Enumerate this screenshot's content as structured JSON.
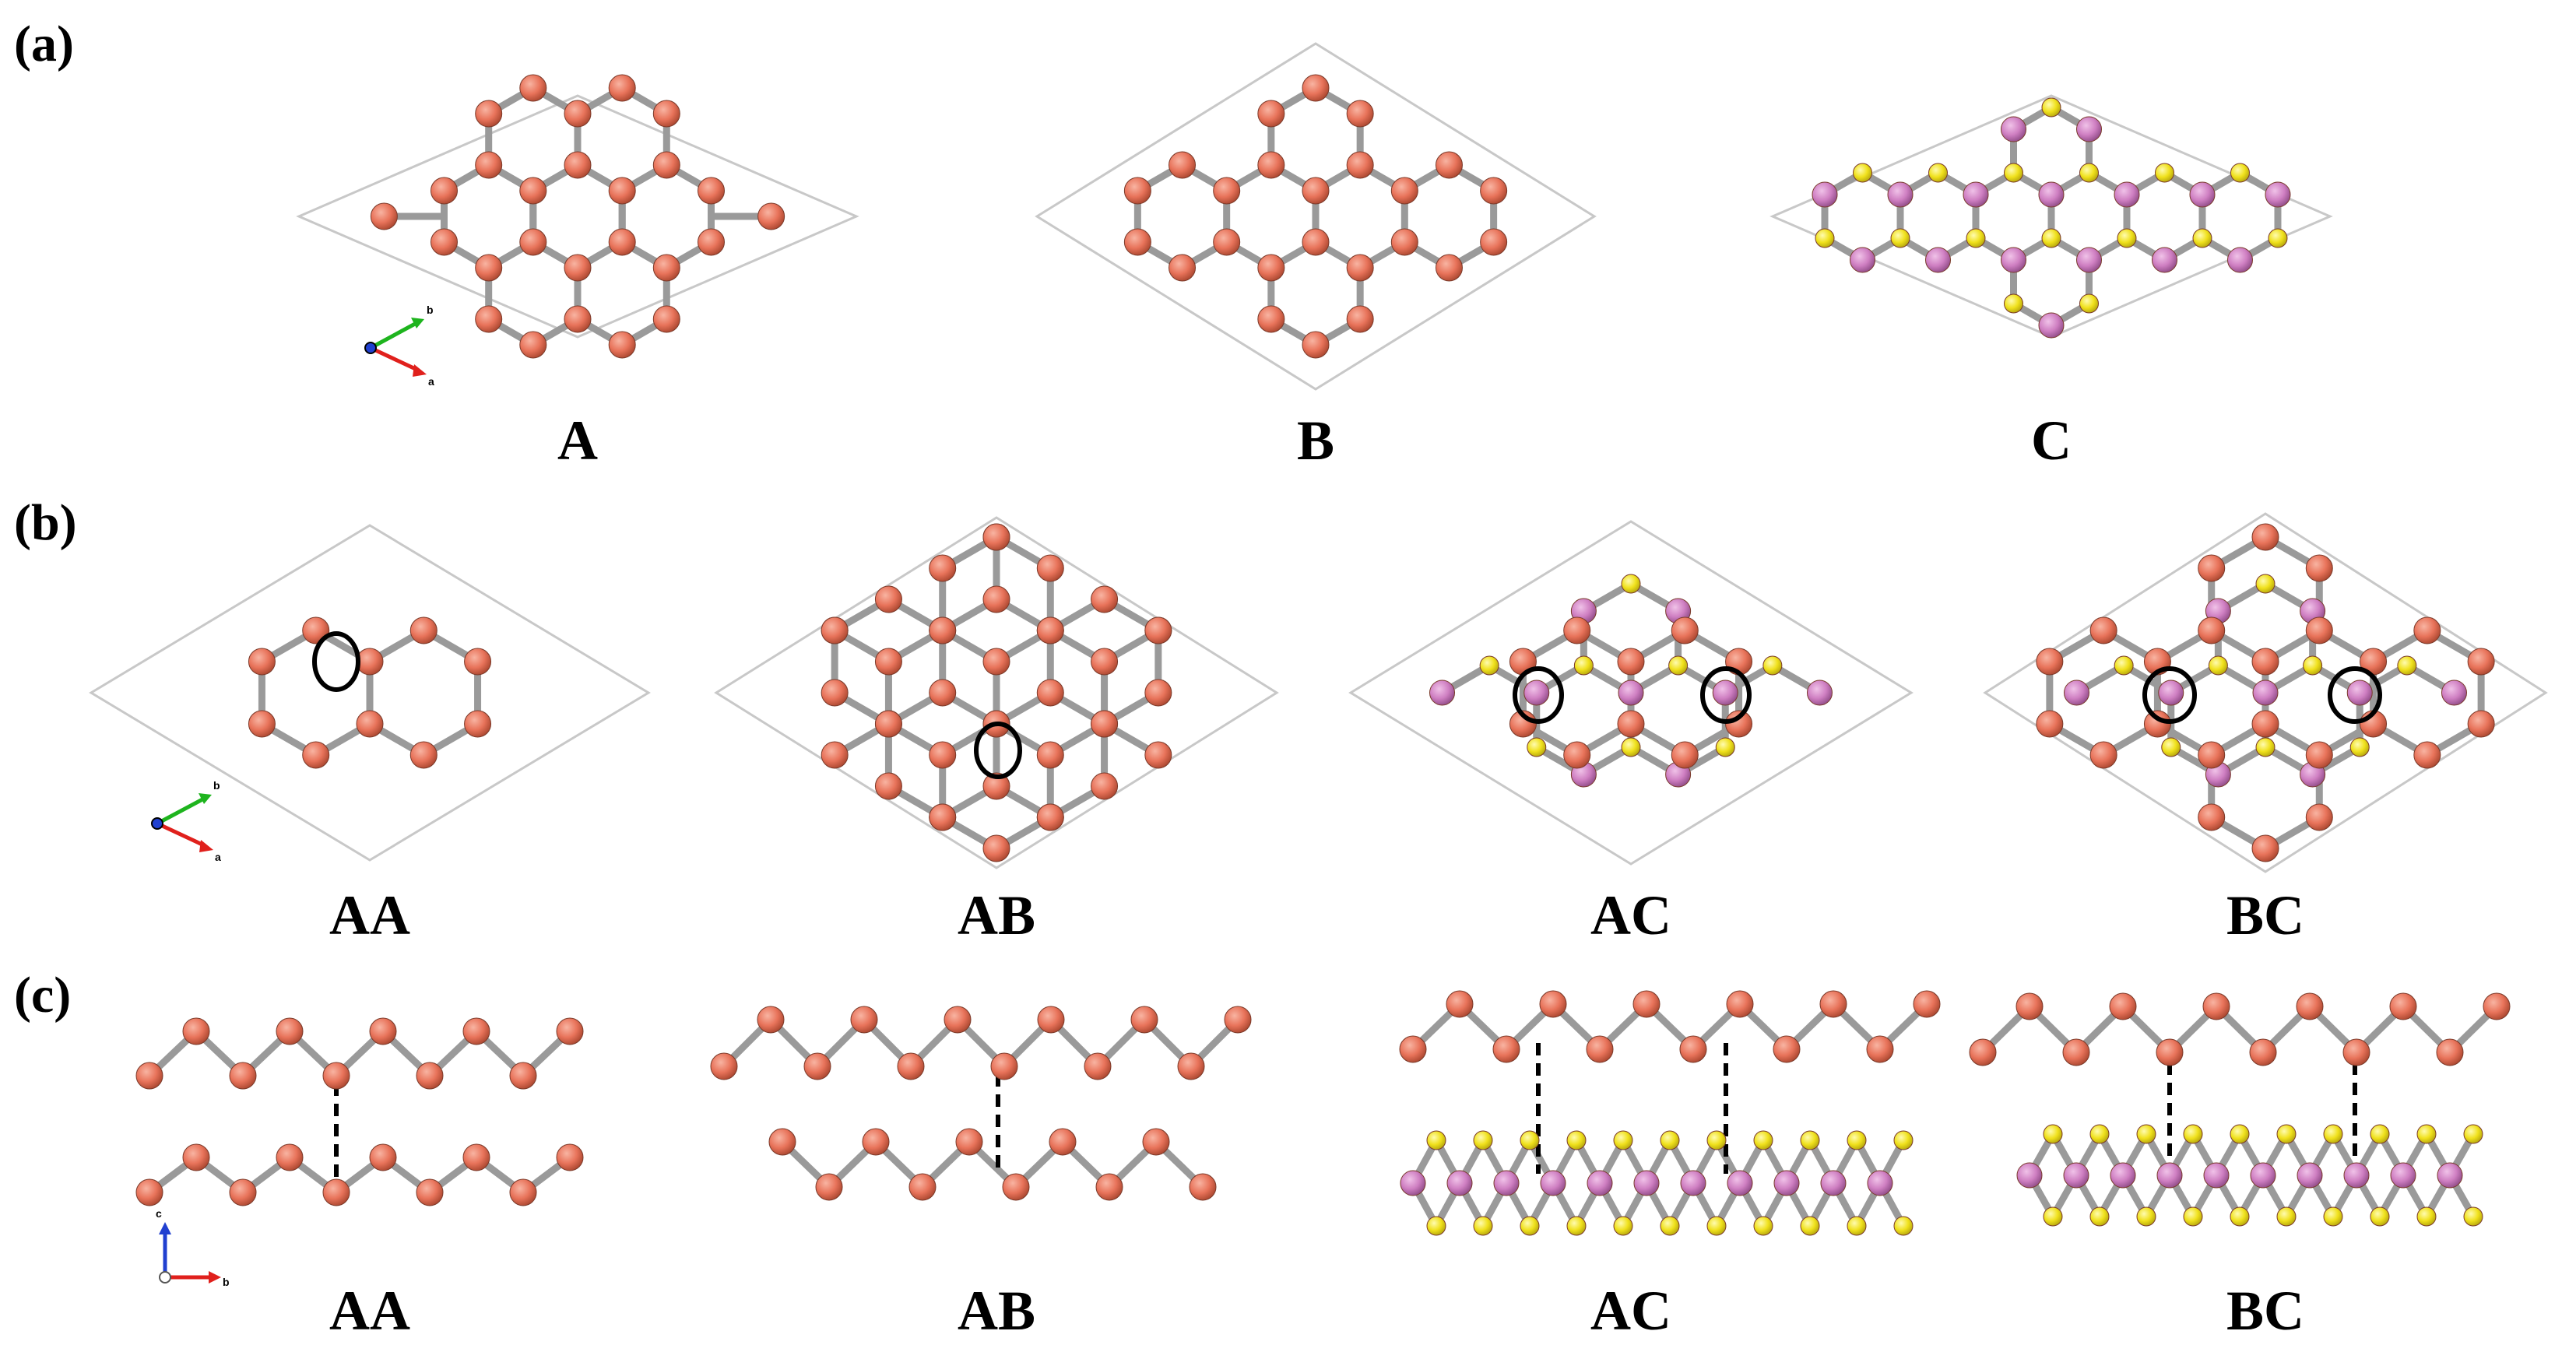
{
  "panel_labels": [
    "(a)",
    "(b)",
    "(c)"
  ],
  "structures_a": [
    "A",
    "B",
    "C"
  ],
  "structures_b": [
    "AA",
    "AB",
    "AC",
    "BC"
  ],
  "structures_c": [
    "AA",
    "AB",
    "AC",
    "BC"
  ],
  "axes": {
    "a": "a",
    "b": "b",
    "c": "c"
  },
  "colors": {
    "atom_orange": "#e8735a",
    "atom_pink": "#cf7fc2",
    "atom_yellow": "#f0e11c",
    "bond": "#9a9a9a",
    "cell": "#c8c8c8",
    "axis_a": "#e0201c",
    "axis_b": "#1eb41e",
    "axis_c": "#2040d0"
  }
}
